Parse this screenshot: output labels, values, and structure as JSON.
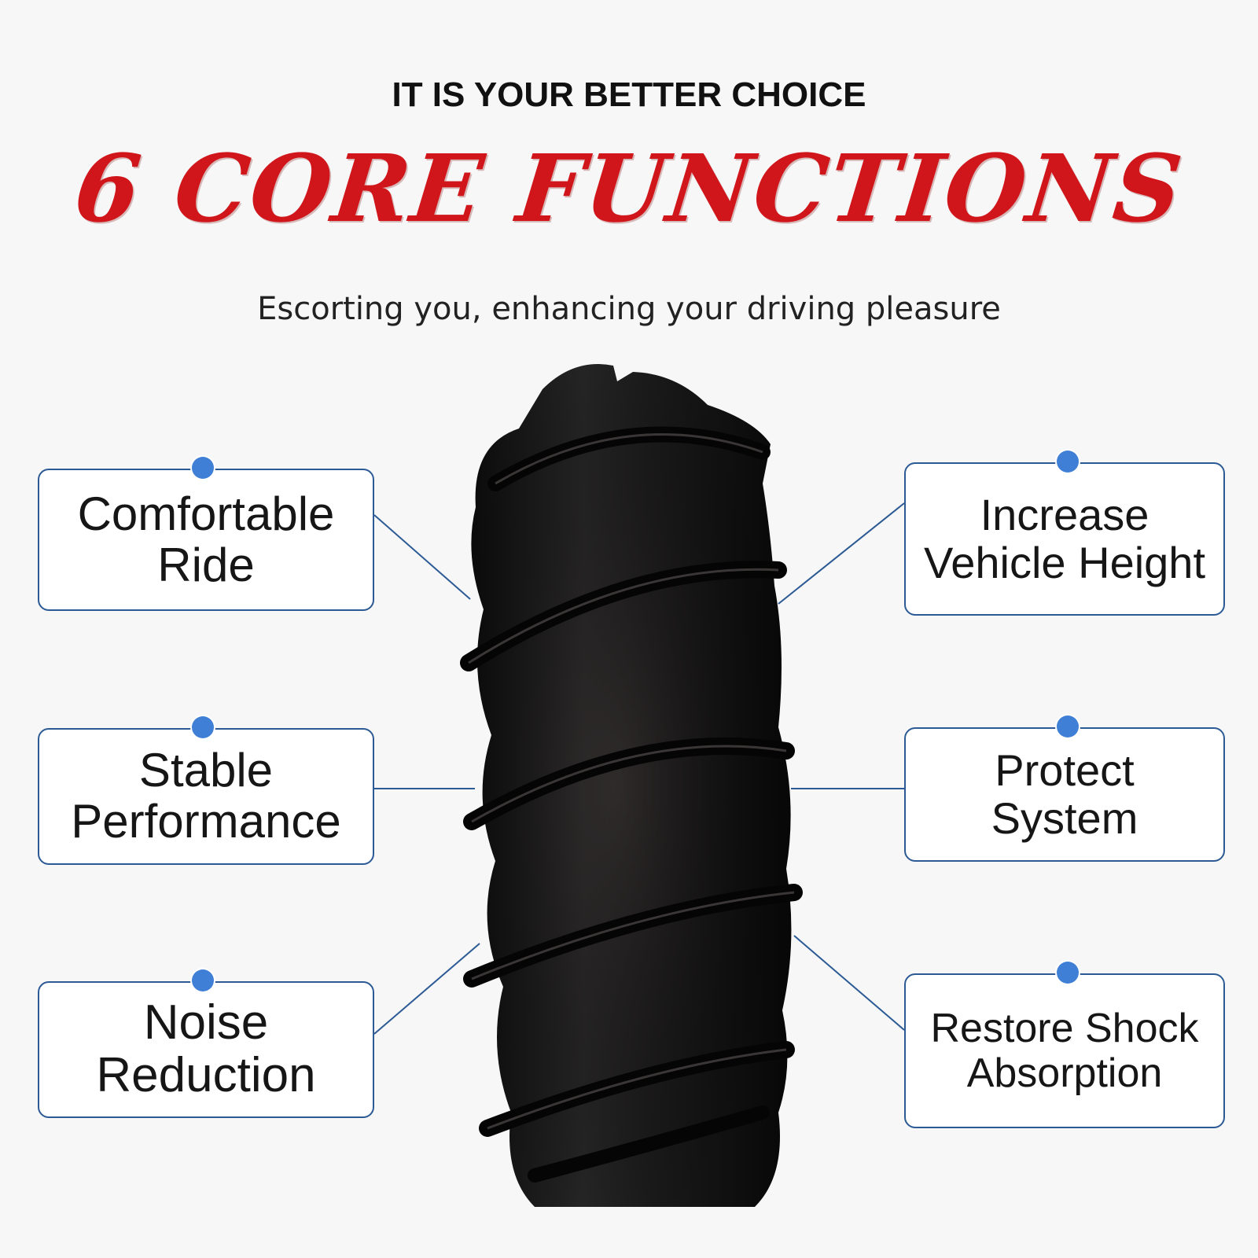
{
  "header": {
    "tagline": "IT IS YOUR BETTER CHOICE",
    "headline": "6 CORE FUNCTIONS",
    "subtitle": "Escorting you, enhancing your driving pleasure"
  },
  "product": {
    "image": "black rubber coil spring air bag"
  },
  "features": {
    "left": [
      {
        "label": "Comfortable Ride"
      },
      {
        "label": "Stable Performance"
      },
      {
        "label": "Noise Reduction"
      }
    ],
    "right": [
      {
        "label": "Increase Vehicle Height"
      },
      {
        "label": "Protect System"
      },
      {
        "label": "Restore Shock Absorption"
      }
    ]
  },
  "colors": {
    "headline": "#d0161b",
    "card_border": "#2c5a94",
    "dot": "#3f7fd6",
    "product": "#1a1a1a"
  },
  "icons": {
    "dot": "bullet-dot-icon"
  }
}
